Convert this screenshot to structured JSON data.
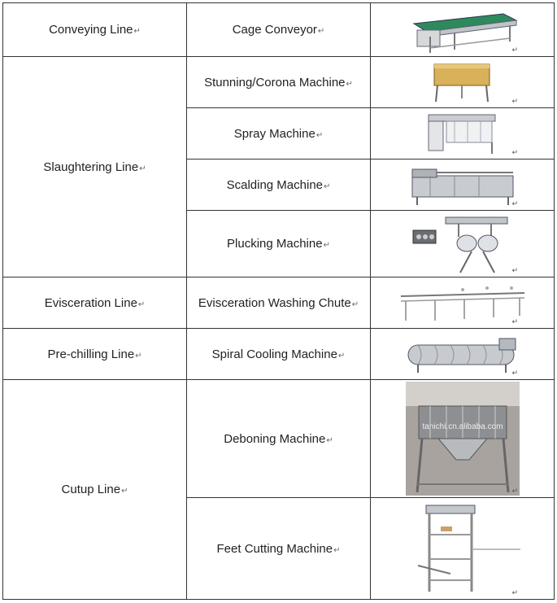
{
  "paragraph_mark": "↵",
  "rows": [
    {
      "line": "Conveying Line",
      "machine": "Cage Conveyor",
      "icon": "cage-conveyor-image"
    },
    {
      "line": "Slaughtering Line",
      "machine": "Stunning/Corona Machine",
      "icon": "stunning-machine-image"
    },
    {
      "machine": "Spray Machine",
      "icon": "spray-machine-image"
    },
    {
      "machine": "Scalding Machine",
      "icon": "scalding-machine-image"
    },
    {
      "machine": "Plucking Machine",
      "icon": "plucking-machine-image"
    },
    {
      "line": "Evisceration Line",
      "machine": "Evisceration Washing Chute",
      "icon": "evisceration-chute-image"
    },
    {
      "line": "Pre-chilling Line",
      "machine": "Spiral Cooling Machine",
      "icon": "spiral-cooler-image"
    },
    {
      "line": "Cutup Line",
      "machine": "Deboning Machine",
      "icon": "deboning-machine-image"
    },
    {
      "machine": "Feet Cutting Machine",
      "icon": "feet-cutter-image"
    }
  ],
  "watermark": "tanichi.cn.alibaba.com"
}
